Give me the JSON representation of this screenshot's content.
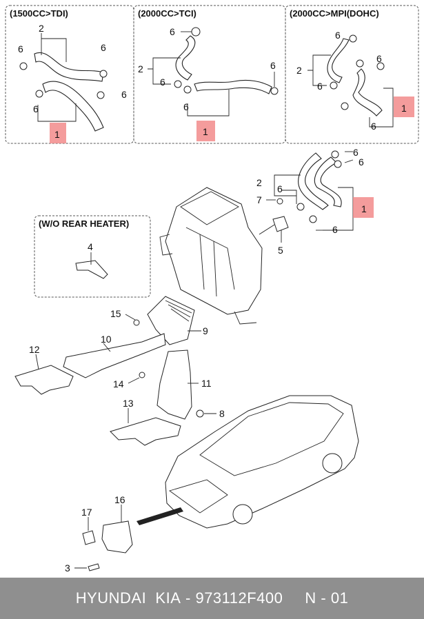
{
  "panels": {
    "tdi": "(1500CC>TDI)",
    "tci": "(2000CC>TCI)",
    "mpi": "(2000CC>MPI(DOHC)",
    "no_rear": "(W/O REAR HEATER)"
  },
  "labels": {
    "p1": "1",
    "p2": "2",
    "p3": "3",
    "p4": "4",
    "p5": "5",
    "p6": "6",
    "p7": "7",
    "p8": "8",
    "p9": "9",
    "p10": "10",
    "p11": "11",
    "p12": "12",
    "p13": "13",
    "p14": "14",
    "p15": "15",
    "p16": "16",
    "p17": "17"
  },
  "footer": {
    "brand": "HYUNDAI  KIA",
    "sep": " - ",
    "part_number": "973112F400",
    "page": "N - 01"
  },
  "colors": {
    "highlight": "#f28b8b",
    "footer_bg": "#8f8f8f"
  }
}
